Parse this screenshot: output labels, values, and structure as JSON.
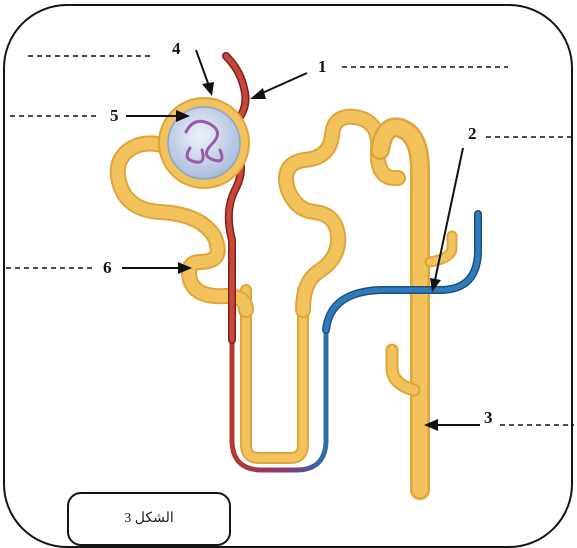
{
  "diagram": {
    "labels": [
      {
        "id": "1",
        "text": "1"
      },
      {
        "id": "2",
        "text": "2"
      },
      {
        "id": "3",
        "text": "3"
      },
      {
        "id": "4",
        "text": "4"
      },
      {
        "id": "5",
        "text": "5"
      },
      {
        "id": "6",
        "text": "6"
      }
    ],
    "caption": "الشكل 3",
    "colors": {
      "tubule": "#f2c35c",
      "tubule_edge": "#e0a53a",
      "artery": "#b8362d",
      "vein": "#2a6fa8",
      "glomerulus": "#b9c9e6",
      "ink": "#111111"
    }
  }
}
